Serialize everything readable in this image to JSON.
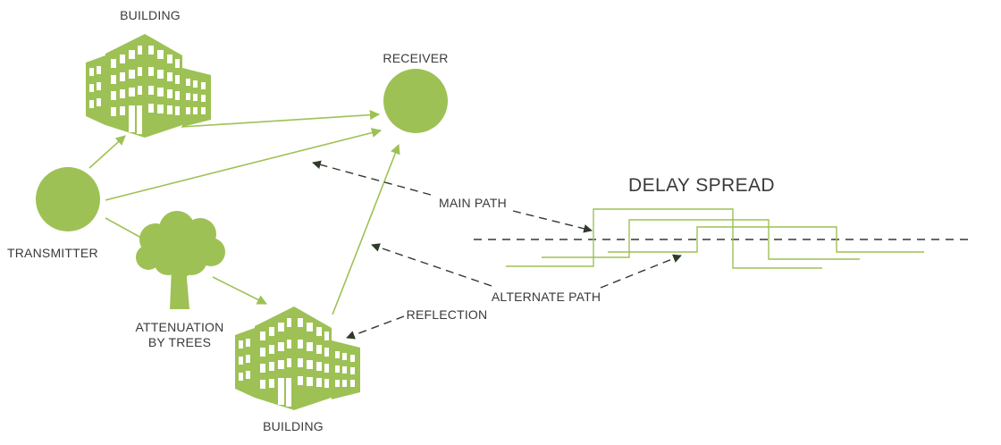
{
  "labels": {
    "building_top": "BUILDING",
    "receiver": "RECEIVER",
    "transmitter": "TRANSMITTER",
    "attenuation_line1": "ATTENUATION",
    "attenuation_line2": "BY TREES",
    "building_bottom": "BUILDING",
    "main_path": "MAIN PATH",
    "alternate_path": "ALTERNATE PATH",
    "reflection": "REFLECTION",
    "delay_spread": "DELAY SPREAD"
  },
  "colors": {
    "accent_green": "#9dc155",
    "arrow_dark": "#2f3b2a",
    "text": "#3a3a3a"
  },
  "icons": [
    "building-icon",
    "tree-icon",
    "circle-node"
  ]
}
